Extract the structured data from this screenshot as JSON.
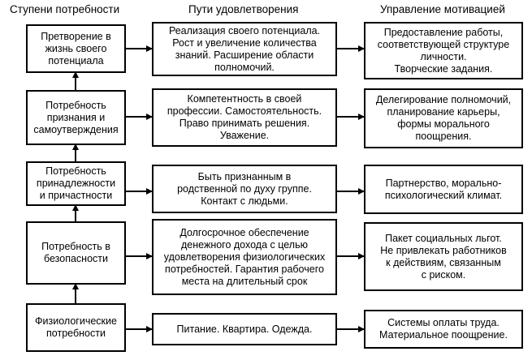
{
  "headers": {
    "levels": "Ступени потребности",
    "ways": "Пути удовлетворения",
    "management": "Управление мотивацией"
  },
  "rows": [
    {
      "level": "Претворение в\nжизнь своего\nпотенциала",
      "ways": "Реализация своего потенциала.\nРост и увеличение количества\nзнаний. Расширение области\nполномочий.",
      "management": "Предоставление работы,\nсоответствующей структуре\nличности.\nТворческие задания."
    },
    {
      "level": "Потребность\nпризнания и\nсамоутверждения",
      "ways": "Компетентность в своей\nпрофессии. Самостоятельность.\nПраво принимать решения.\nУважение.",
      "management": "Делегирование полномочий,\nпланирование карьеры,\nформы морального\nпоощрения."
    },
    {
      "level": "Потребность\nпринадлежности\nи причастности",
      "ways": "Быть признанным в\nродственной по духу группе.\nКонтакт с людьми.",
      "management": "Партнерство, морально-\nпсихологический климат."
    },
    {
      "level": "Потребность в\nбезопасности",
      "ways": "Долгосрочное обеспечение\nденежного дохода с целью\nудовлетворения физиологических\nпотребностей. Гарантия рабочего\nместа на длительный срок",
      "management": "Пакет социальных льгот.\nНе привлекать работников\nк действиям, связанным\nс риском."
    },
    {
      "level": "Физиологические\nпотребности",
      "ways": "Питание. Квартира. Одежда.",
      "management": "Системы оплаты труда.\nМатериальное поощрение."
    }
  ]
}
